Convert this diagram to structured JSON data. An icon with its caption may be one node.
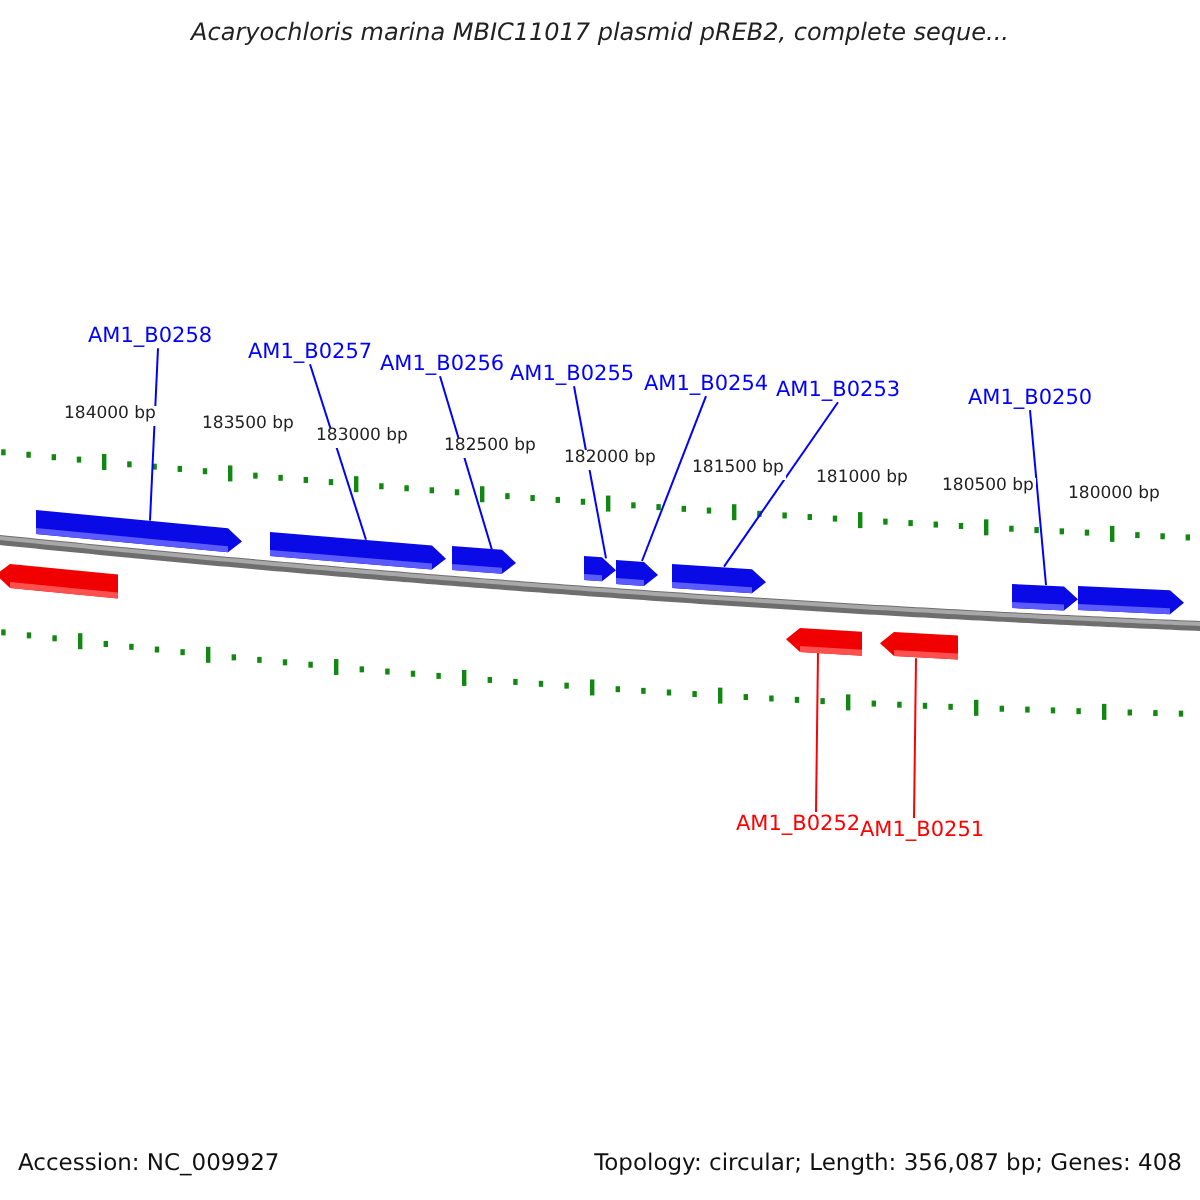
{
  "diagram": {
    "title": "Acaryochloris marina MBIC11017 plasmid pREB2, complete seque...",
    "nodes": [
      {
        "text": [
          "AM1_B0258"
        ]
      },
      {
        "text": [
          "AM1_B0257"
        ]
      },
      {
        "text": [
          "AM1_B0256"
        ]
      },
      {
        "text": [
          "AM1_B0255"
        ]
      },
      {
        "text": [
          "AM1_B0254"
        ]
      },
      {
        "text": [
          "AM1_B0253"
        ]
      },
      {
        "text": [
          "AM1_B0250"
        ]
      },
      {
        "text": [
          "AM1_B0252"
        ]
      },
      {
        "text": [
          "AM1_B0251"
        ]
      },
      {
        "text": [],
        "shape": "arrow"
      },
      {
        "text": [],
        "shape": "arrow"
      },
      {
        "text": [],
        "shape": "arrow"
      },
      {
        "text": [],
        "shape": "arrow"
      },
      {
        "text": [],
        "shape": "arrow"
      },
      {
        "text": [],
        "shape": "arrow"
      },
      {
        "text": [],
        "shape": "arrow"
      },
      {
        "text": [],
        "shape": "arrow"
      },
      {
        "text": [],
        "shape": "arrow"
      },
      {
        "text": [],
        "shape": "arrow"
      },
      {
        "text": [],
        "shape": "arrow"
      }
    ],
    "edges": [
      {
        "from": 0,
        "to": 9,
        "arrow": "none"
      },
      {
        "from": 1,
        "to": 10,
        "arrow": "none"
      },
      {
        "from": 2,
        "to": 11,
        "arrow": "none"
      },
      {
        "from": 3,
        "to": 12,
        "arrow": "none"
      },
      {
        "from": 4,
        "to": 13,
        "arrow": "none"
      },
      {
        "from": 5,
        "to": 14,
        "arrow": "none"
      },
      {
        "from": 6,
        "to": 15,
        "arrow": "none"
      },
      {
        "from": 7,
        "to": 18,
        "arrow": "none",
        "color": "#ff0000"
      },
      {
        "from": 8,
        "to": 19,
        "arrow": "none",
        "color": "#ff0000"
      }
    ],
    "labels": [
      "184000 bp",
      "183500 bp",
      "183000 bp",
      "182500 bp",
      "182000 bp",
      "181500 bp",
      "181000 bp",
      "180500 bp",
      "180000 bp",
      "Accession: NC_009927",
      "Topology: circular; Length: 356,087 bp; Genes: 408"
    ]
  }
}
